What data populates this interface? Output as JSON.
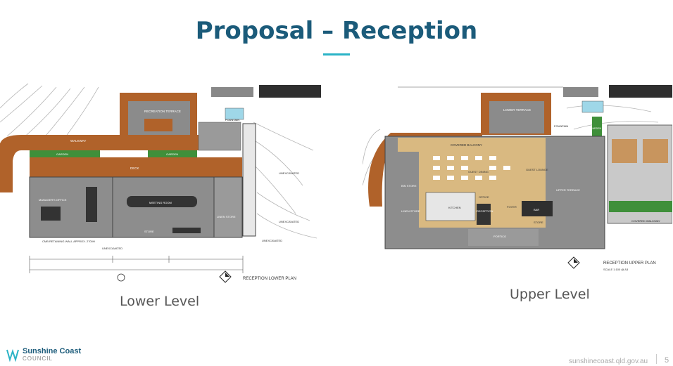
{
  "slide": {
    "title": "Proposal – Reception",
    "page_number": "5",
    "url": "sunshinecoast.qld.gov.au"
  },
  "logo": {
    "name": "Sunshine Coast",
    "sub": "COUNCIL"
  },
  "lower_plan": {
    "caption": "Lower Level",
    "plan_title": "RECEPTION LOWER PLAN",
    "labels": {
      "recreation_terrace": "RECREATION TERRACE",
      "walkway": "WALKWAY",
      "deck": "DECK",
      "garden_left": "GARDEN",
      "garden_right": "GARDEN",
      "fountain": "FOUNTAIN",
      "managers_office": "MANAGER'S OFFICE",
      "meeting_room": "MEETING ROOM",
      "store": "STORE",
      "linen_store": "LINEN STORE",
      "unexcavated_1": "UNEXCAVATED",
      "unexcavated_2": "UNEXCAVATED",
      "unexcavated_3": "UNEXCAVATED",
      "unexcavated_4": "UNEXCAVATED",
      "retaining_wall": "CMB RETAINING WALL APPROX. 2700H"
    }
  },
  "upper_plan": {
    "caption": "Upper Level",
    "plan_title": "RECEPTION UPPER PLAN",
    "scale": "SCALE 1:100 @ A3",
    "labels": {
      "lower_terrace": "LOWER TERRACE",
      "fountain": "FOUNTAIN",
      "garden_1": "GARDEN",
      "garden_2": "GARDEN",
      "garden_3": "GARDEN",
      "covered_balcony": "COVERED BALCONY",
      "guest_dining": "GUEST DINING",
      "guest_lounge": "GUEST LOUNGE",
      "office": "OFFICE",
      "kitchen": "KITCHEN",
      "reception": "RECEPTION",
      "foyer": "FOYER",
      "bar": "BAR",
      "store": "STORE",
      "upper_terrace": "UPPER TERRACE",
      "bin_store": "BIN STORE",
      "linen_store": "LINEN STORE",
      "portico": "PORTICO",
      "covered_walkway": "COVERED WALKWAY"
    }
  }
}
